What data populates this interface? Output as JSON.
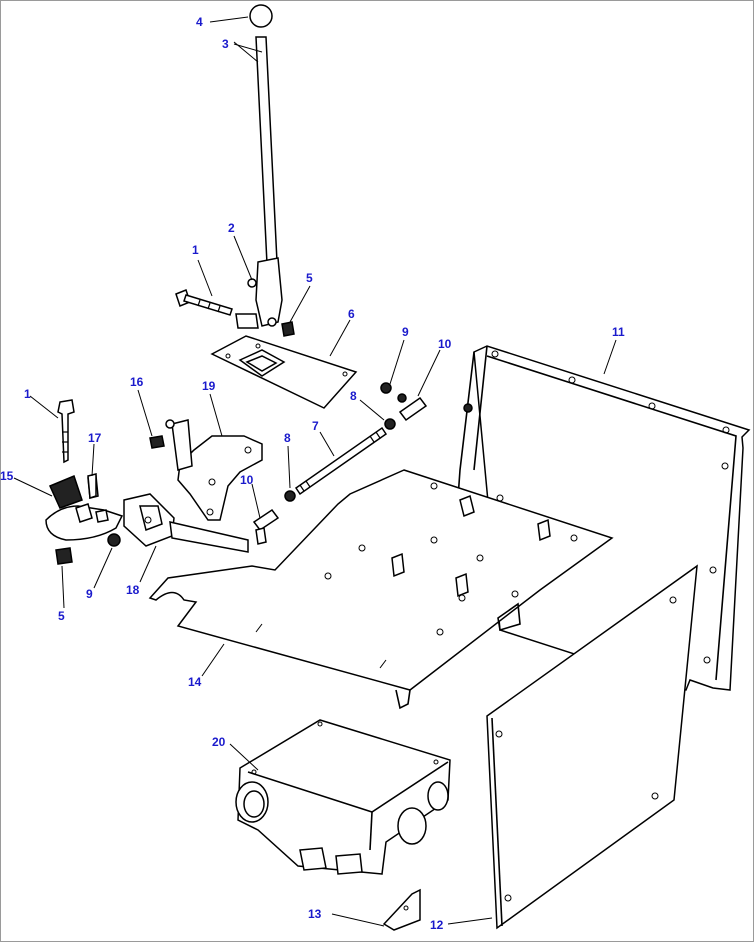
{
  "style": {
    "label_color": "#1a1acc",
    "line_color": "#000000",
    "background": "#ffffff"
  },
  "callouts": [
    {
      "id": "c4",
      "text": "4"
    },
    {
      "id": "c3",
      "text": "3"
    },
    {
      "id": "c2",
      "text": "2"
    },
    {
      "id": "c1a",
      "text": "1"
    },
    {
      "id": "c5a",
      "text": "5"
    },
    {
      "id": "c6",
      "text": "6"
    },
    {
      "id": "c9a",
      "text": "9"
    },
    {
      "id": "c10a",
      "text": "10"
    },
    {
      "id": "c11",
      "text": "11"
    },
    {
      "id": "c16",
      "text": "16"
    },
    {
      "id": "c19",
      "text": "19"
    },
    {
      "id": "c8a",
      "text": "8"
    },
    {
      "id": "c7",
      "text": "7"
    },
    {
      "id": "c1b",
      "text": "1"
    },
    {
      "id": "c17",
      "text": "17"
    },
    {
      "id": "c8b",
      "text": "8"
    },
    {
      "id": "c15",
      "text": "15"
    },
    {
      "id": "c10b",
      "text": "10"
    },
    {
      "id": "c18",
      "text": "18"
    },
    {
      "id": "c9b",
      "text": "9"
    },
    {
      "id": "c5b",
      "text": "5"
    },
    {
      "id": "c14",
      "text": "14"
    },
    {
      "id": "c20",
      "text": "20"
    },
    {
      "id": "c13",
      "text": "13"
    },
    {
      "id": "c12",
      "text": "12"
    }
  ]
}
